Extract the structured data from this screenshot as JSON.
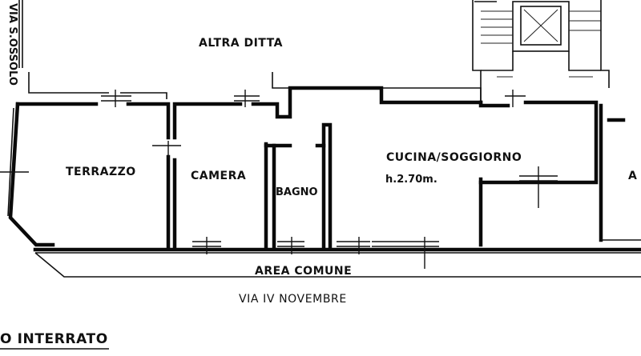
{
  "labels": {
    "neighbour_top": "ALTRA DITTA",
    "terrace": "TERRAZZO",
    "bedroom": "CAMERA",
    "bathroom": "BAGNO",
    "kitchen_living": "CUCINA/SOGGIORNO",
    "ceiling_height": "h.2.70m.",
    "right_edge_fragment": "A",
    "common_area": "AREA COMUNE",
    "street": "VIA IV NOVEMBRE",
    "floor_name": "O INTERRATO",
    "left_edge_street": "VIA S.OSSOLO"
  }
}
